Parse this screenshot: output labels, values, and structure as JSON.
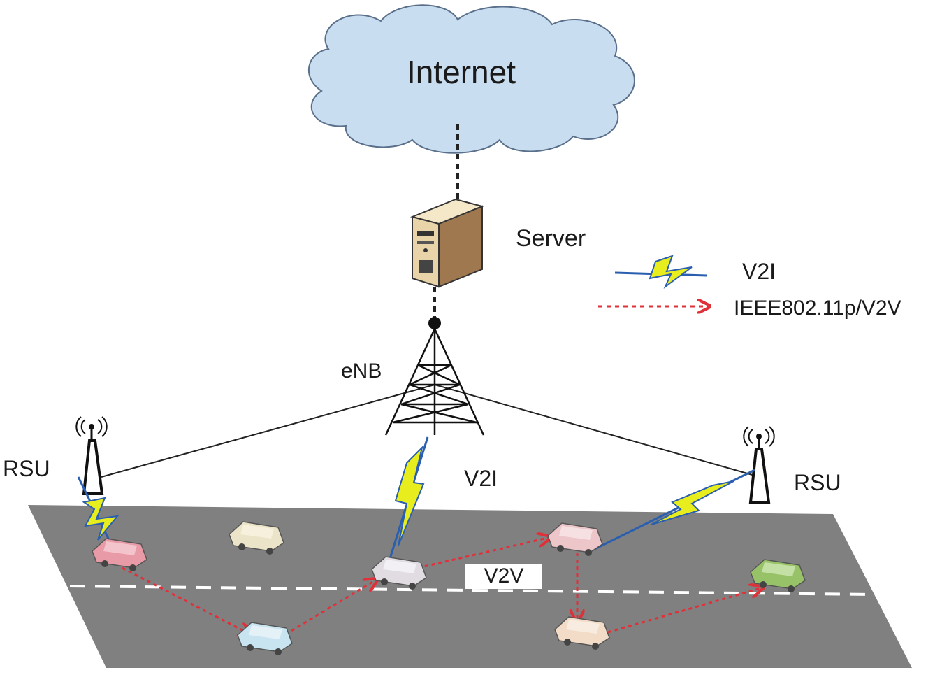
{
  "labels": {
    "internet": "Internet",
    "server": "Server",
    "enb": "eNB",
    "rsu_left": "RSU",
    "rsu_right": "RSU",
    "v2i": "V2I",
    "v2v_road": "V2V"
  },
  "legend": {
    "v2i_label": "V2I",
    "v2v_label": "IEEE802.11p/V2V"
  },
  "colors": {
    "cloud_fill": "#c9ddf0",
    "road": "#808080",
    "v2v_arrow": "#e0303a",
    "v2i_bolt": "#e8ee1e",
    "v2i_bolt_edge": "#2a5fb0"
  },
  "icons": {
    "internet": "cloud-icon",
    "server": "server-icon",
    "enb": "cell-tower-icon",
    "rsu": "antenna-icon",
    "v2i": "lightning-bolt-icon",
    "vehicle": "car-icon"
  }
}
